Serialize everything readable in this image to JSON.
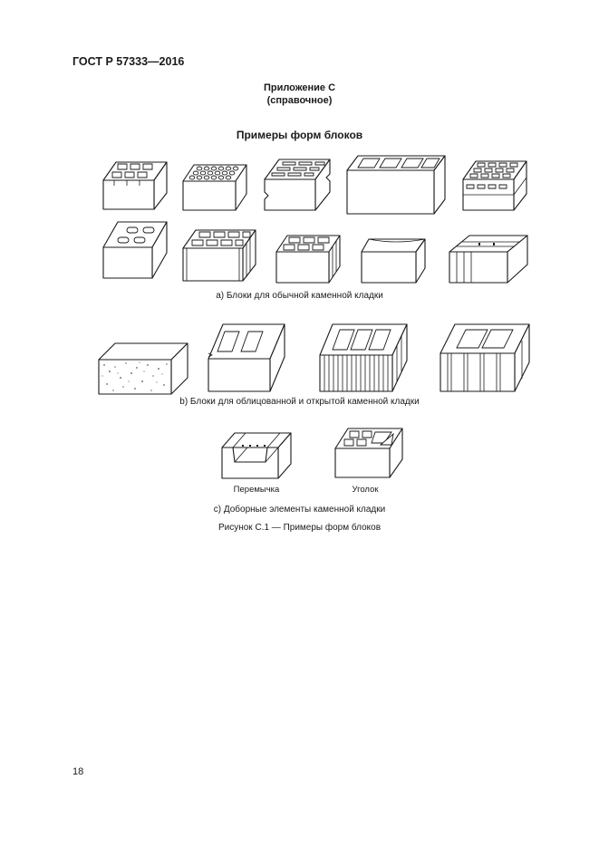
{
  "page": {
    "header": "ГОСТ Р 57333—2016",
    "annex_title": "Приложение С",
    "annex_subtitle": "(справочное)",
    "figure_title": "Примеры форм блоков",
    "caption_a": "а) Блоки для обычной каменной кладки",
    "caption_b": "b) Блоки для облицованной и открытой каменной кладки",
    "label_lintel": "Перемычка",
    "label_corner": "Уголок",
    "caption_c": "с) Доборные элементы каменной кладки",
    "figure_caption": "Рисунок С.1 — Примеры форм блоков",
    "page_number": "18"
  }
}
